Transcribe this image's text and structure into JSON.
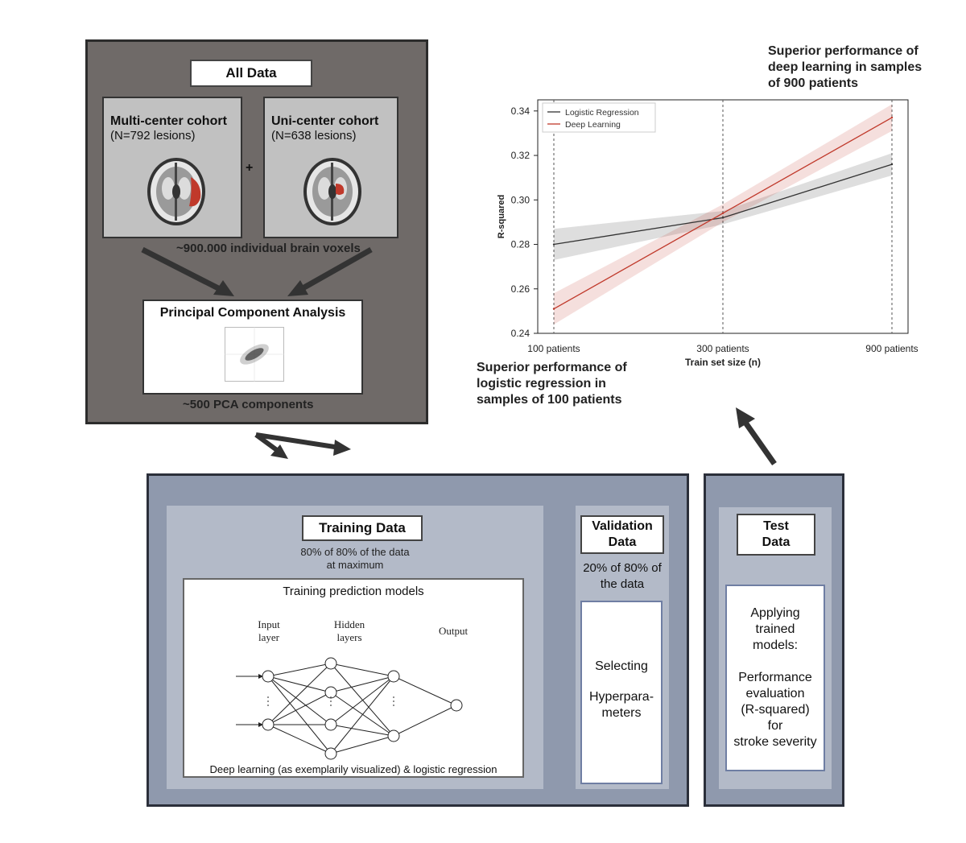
{
  "data_panel": {
    "title": "All Data",
    "cohorts": [
      {
        "name": "Multi-center cohort",
        "sub": "(N=792 lesions)"
      },
      {
        "name": "Uni-center cohort",
        "sub": "(N=638 lesions)"
      }
    ],
    "plus": "+",
    "voxels_note": "~900.000 individual brain voxels",
    "pca_title": "Principal Component Analysis",
    "pca_count": "~500 PCA components"
  },
  "training": {
    "label": "Training Data",
    "desc_line1": "80% of 80% of the data",
    "desc_line2": "at maximum",
    "box_title": "Training prediction models",
    "input_label_1": "Input",
    "input_label_2": "layer",
    "hidden_label_1": "Hidden",
    "hidden_label_2": "layers",
    "output_label": "Output",
    "caption": "Deep learning (as exemplarily visualized) & logistic regression"
  },
  "validation": {
    "label_1": "Validation",
    "label_2": "Data",
    "desc_1": "20% of 80% of",
    "desc_2": "the data",
    "task_1": "Selecting",
    "task_2": "Hyperpara-",
    "task_3": "meters"
  },
  "test": {
    "label_1": "Test",
    "label_2": "Data",
    "task": [
      "Applying",
      "trained",
      "models:",
      "",
      "Performance",
      "evaluation",
      "(R-squared)",
      "for",
      "stroke severity"
    ]
  },
  "annotations": {
    "top": [
      "Superior performance of",
      "deep learning in samples",
      "of 900 patients"
    ],
    "bottom": [
      "Superior performance of",
      "logistic regression in",
      "samples of 100 patients"
    ]
  },
  "colors": {
    "logistic": "#333333",
    "deep": "#c0392b",
    "lesion": "#c0392b"
  },
  "chart_data": {
    "type": "line",
    "categories": [
      "100 patients",
      "300 patients",
      "900 patients"
    ],
    "xlabel": "Train set size (n)",
    "ylabel": "R-squared",
    "ylim": [
      0.24,
      0.345
    ],
    "yticks": [
      "0.24",
      "0.26",
      "0.28",
      "0.30",
      "0.32",
      "0.34"
    ],
    "ytick_values": [
      0.24,
      0.26,
      0.28,
      0.3,
      0.32,
      0.34
    ],
    "grid": "vertical dashed at categories",
    "legend_position": "top-left",
    "series": [
      {
        "name": "Logistic Regression",
        "color": "#333333",
        "values": [
          0.28,
          0.292,
          0.316
        ],
        "ci_lower": [
          0.273,
          0.289,
          0.311
        ],
        "ci_upper": [
          0.287,
          0.295,
          0.321
        ]
      },
      {
        "name": "Deep Learning",
        "color": "#c0392b",
        "values": [
          0.251,
          0.294,
          0.337
        ],
        "ci_lower": [
          0.244,
          0.29,
          0.331
        ],
        "ci_upper": [
          0.258,
          0.298,
          0.343
        ]
      }
    ]
  }
}
